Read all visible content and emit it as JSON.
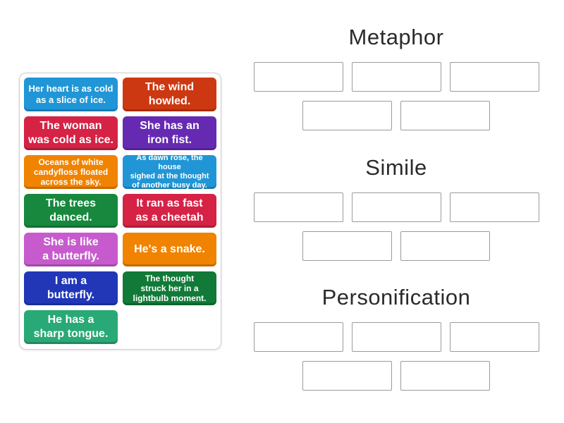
{
  "page": {
    "background": "#ffffff"
  },
  "tiles": [
    {
      "text": "Her heart is as cold\nas a slice of ice.",
      "color": "#2096d6"
    },
    {
      "text": "The wind\nhowled.",
      "color": "#cc3811"
    },
    {
      "text": "The woman\nwas cold as ice.",
      "color": "#d52245"
    },
    {
      "text": "She has an\niron fist.",
      "color": "#662ab2"
    },
    {
      "text": "Oceans of white\ncandyfloss floated\nacross the sky.",
      "color": "#f08300"
    },
    {
      "text": "As dawn rose, the house\nsighed at the thought\nof another busy day.",
      "color": "#2096d6"
    },
    {
      "text": "The trees\ndanced.",
      "color": "#17883d"
    },
    {
      "text": "It ran as fast\nas a cheetah",
      "color": "#d52245"
    },
    {
      "text": "She is like\na butterfly.",
      "color": "#c75bce"
    },
    {
      "text": "He's a snake.",
      "color": "#f08300"
    },
    {
      "text": "I am a\nbutterfly.",
      "color": "#2137b8"
    },
    {
      "text": "The thought\nstruck her in a\nlightbulb moment.",
      "color": "#117a38"
    },
    {
      "text": "He has a\nsharp tongue.",
      "color": "#29a975"
    }
  ],
  "categories": [
    {
      "label": "Metaphor"
    },
    {
      "label": "Simile"
    },
    {
      "label": "Personification"
    }
  ],
  "slot": {
    "border_color": "#9b9b9b"
  }
}
